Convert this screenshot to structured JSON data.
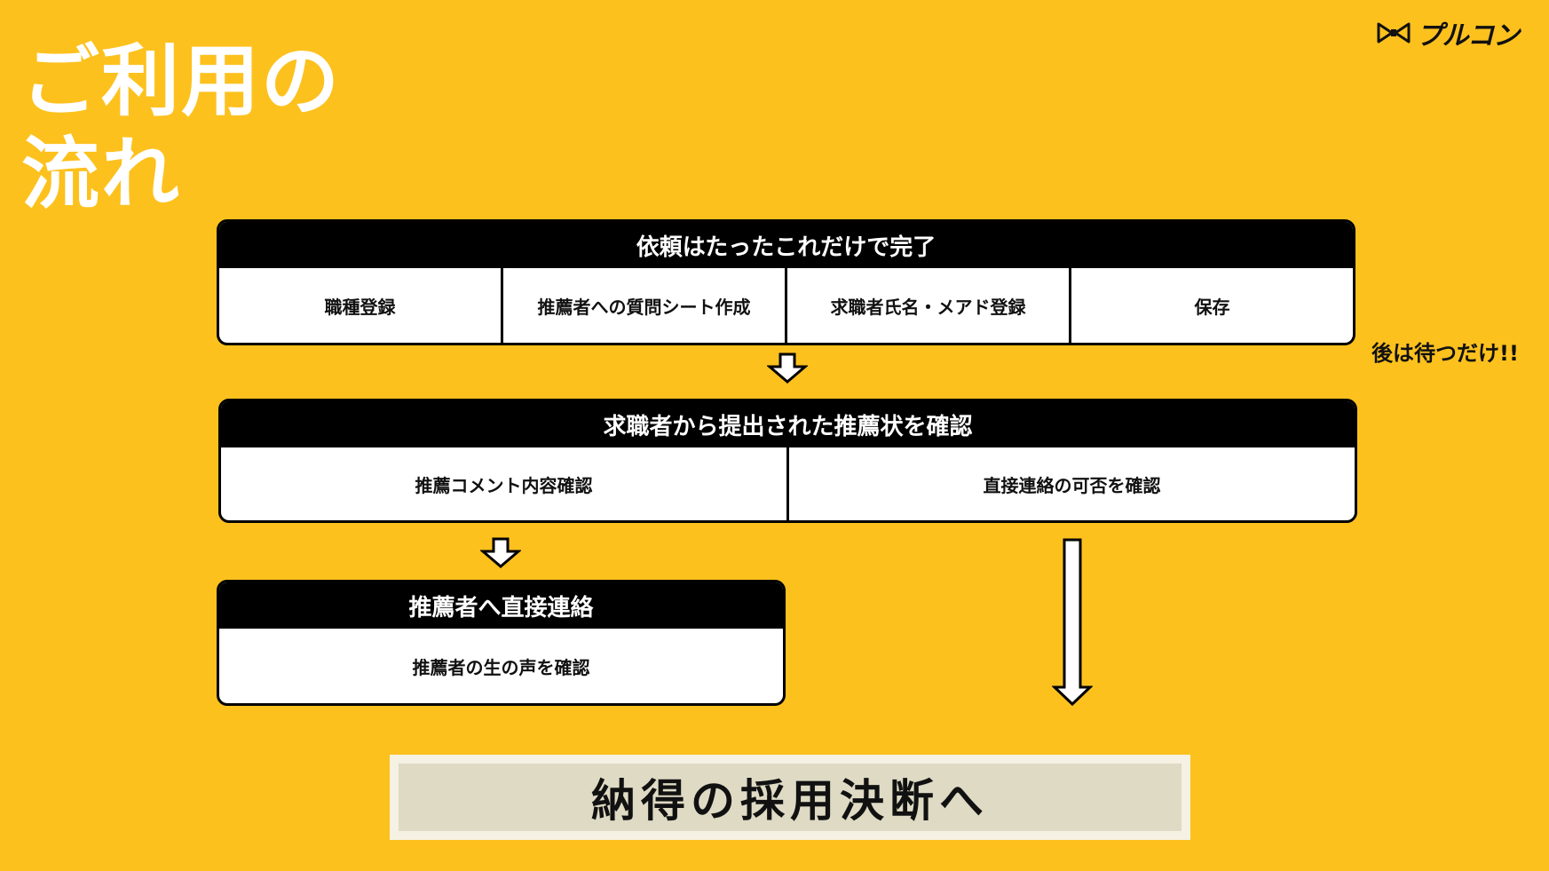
{
  "title": {
    "line1": "ご利用の",
    "line2": "流れ"
  },
  "logo": {
    "text": "プルコン",
    "icon": "bowtie-icon"
  },
  "step1": {
    "header": "依頼はたったこれだけで完了",
    "items": [
      "職種登録",
      "推薦者への質問シート作成",
      "求職者氏名・メアド登録",
      "保存"
    ]
  },
  "side_note": "後は待つだけ!!",
  "step2": {
    "header": "求職者から提出された推薦状を確認",
    "items": [
      "推薦コメント内容確認",
      "直接連絡の可否を確認"
    ]
  },
  "step3": {
    "header": "推薦者へ直接連絡",
    "items": [
      "推薦者の生の声を確認"
    ]
  },
  "final": {
    "label": "納得の採用決断へ"
  },
  "colors": {
    "background": "#FDC11E",
    "header": "#000000",
    "final_box": "#DEDAC4",
    "final_border": "#F5F1E3"
  }
}
